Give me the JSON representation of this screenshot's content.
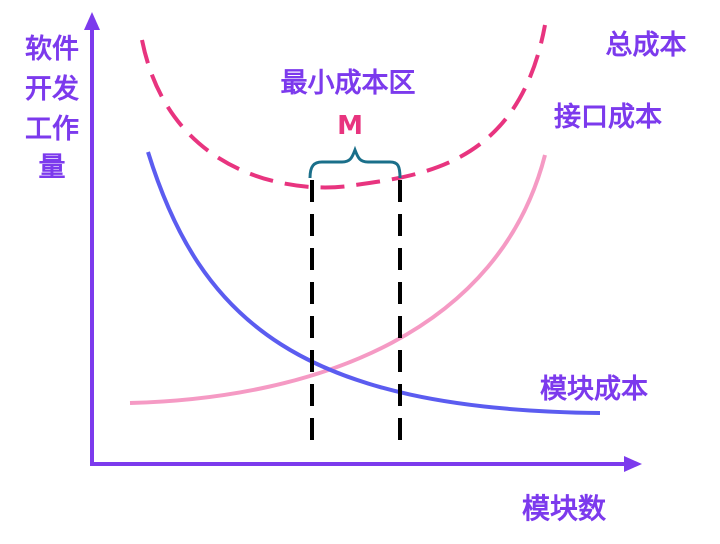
{
  "y_axis_label": [
    "软件",
    "开发",
    "工作",
    "量"
  ],
  "x_axis_label": "模块数",
  "curves": {
    "total_cost": {
      "label": "总成本",
      "color": "#e8347f"
    },
    "interface_cost": {
      "label": "接口成本",
      "color": "#f59ac4"
    },
    "module_cost": {
      "label": "模块成本",
      "color": "#5b5cf0"
    }
  },
  "minimum_region": {
    "label": "最小成本区",
    "marker": "M",
    "marker_color": "#e8347f",
    "brace_color": "#1a6f8a"
  },
  "colors": {
    "axis": "#7c3aed",
    "label_text": "#7c3aed",
    "dashed_line": "#000000"
  }
}
